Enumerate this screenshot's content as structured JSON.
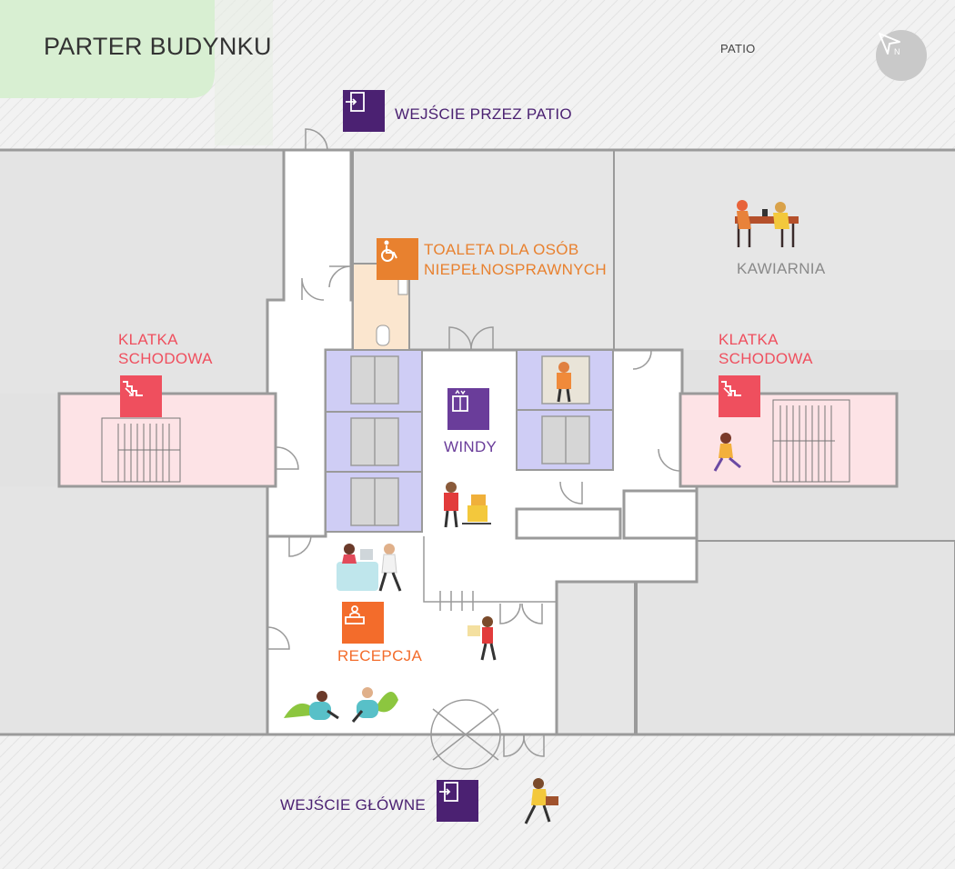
{
  "title": "PARTER BUDYNKU",
  "outdoor": {
    "patio": "PATIO"
  },
  "entrances": {
    "patio": "WEJŚCIE PRZEZ PATIO",
    "main": "WEJŚCIE GŁÓWNE"
  },
  "rooms": {
    "stairs_left": [
      "KLATKA",
      "SCHODOWA"
    ],
    "stairs_right": [
      "KLATKA",
      "SCHODOWA"
    ],
    "toilet": [
      "TOALETA DLA OSÓB",
      "NIEPEŁNOSPRAWNYCH"
    ],
    "cafe": "KAWIARNIA",
    "elevators": "WINDY",
    "reception": "RECEPCJA"
  },
  "icons": {
    "compass": "compass-arrow-icon",
    "entrance": "door-entrance-icon",
    "toilet": "wheelchair-icon",
    "stairs": "stairs-down-icon",
    "elevators": "elevator-icon",
    "reception": "reception-desk-icon"
  },
  "colors": {
    "purple": "#4b2172",
    "elevator_purple": "#6a3d9a",
    "orange": "#e8812f",
    "red": "#ef4f5e",
    "reception_orange": "#f36c2b",
    "stair_fill": "#fde3e6",
    "elevator_fill": "#cfcdf5",
    "toilet_fill": "#fbe6cf",
    "lawn": "#d8efd2",
    "gray_room": "#e2e2e2",
    "corridor": "#ffffff",
    "cafe_text": "#8a8a8a"
  }
}
